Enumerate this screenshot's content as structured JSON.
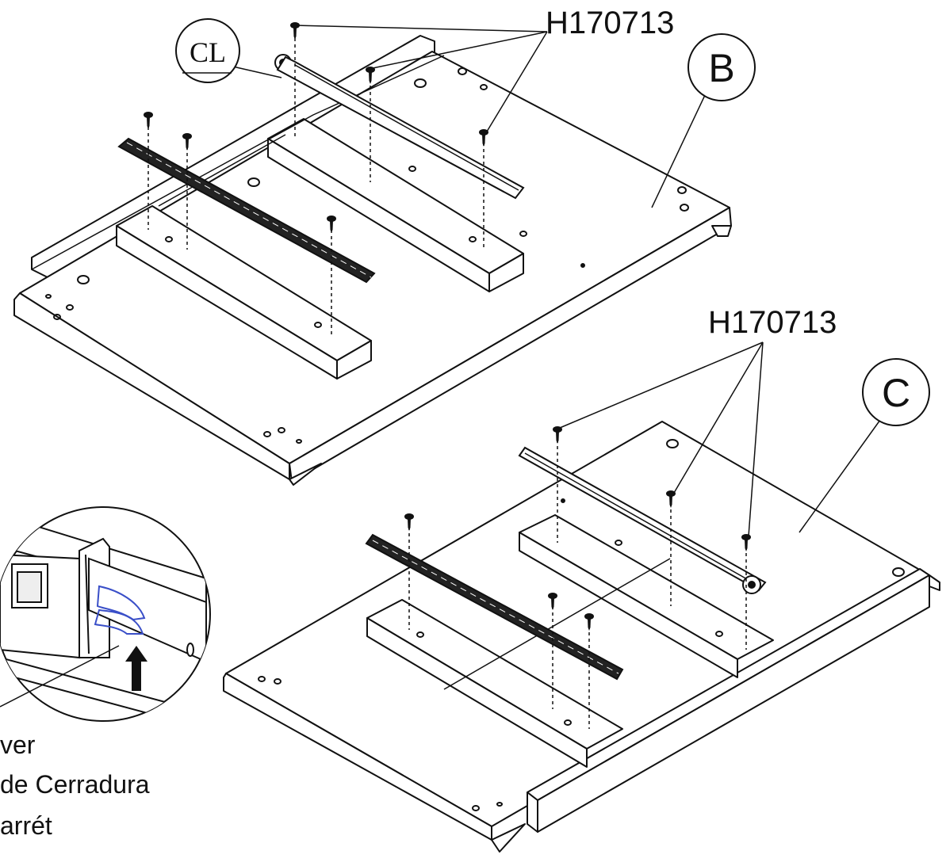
{
  "part_code_top": "H170713",
  "part_code_bottom": "H170713",
  "panel_b_label": "B",
  "panel_c_label": "C",
  "detail_cl_label": "CL",
  "lever_text": [
    "ver",
    "de Cerradura",
    "arrét"
  ],
  "colors": {
    "line": "#111111",
    "paper": "#ffffff",
    "lever_highlight": "#3a4fc8"
  },
  "icons": [
    "screw-icon",
    "drawer-slide-icon",
    "arrow-up-icon"
  ]
}
